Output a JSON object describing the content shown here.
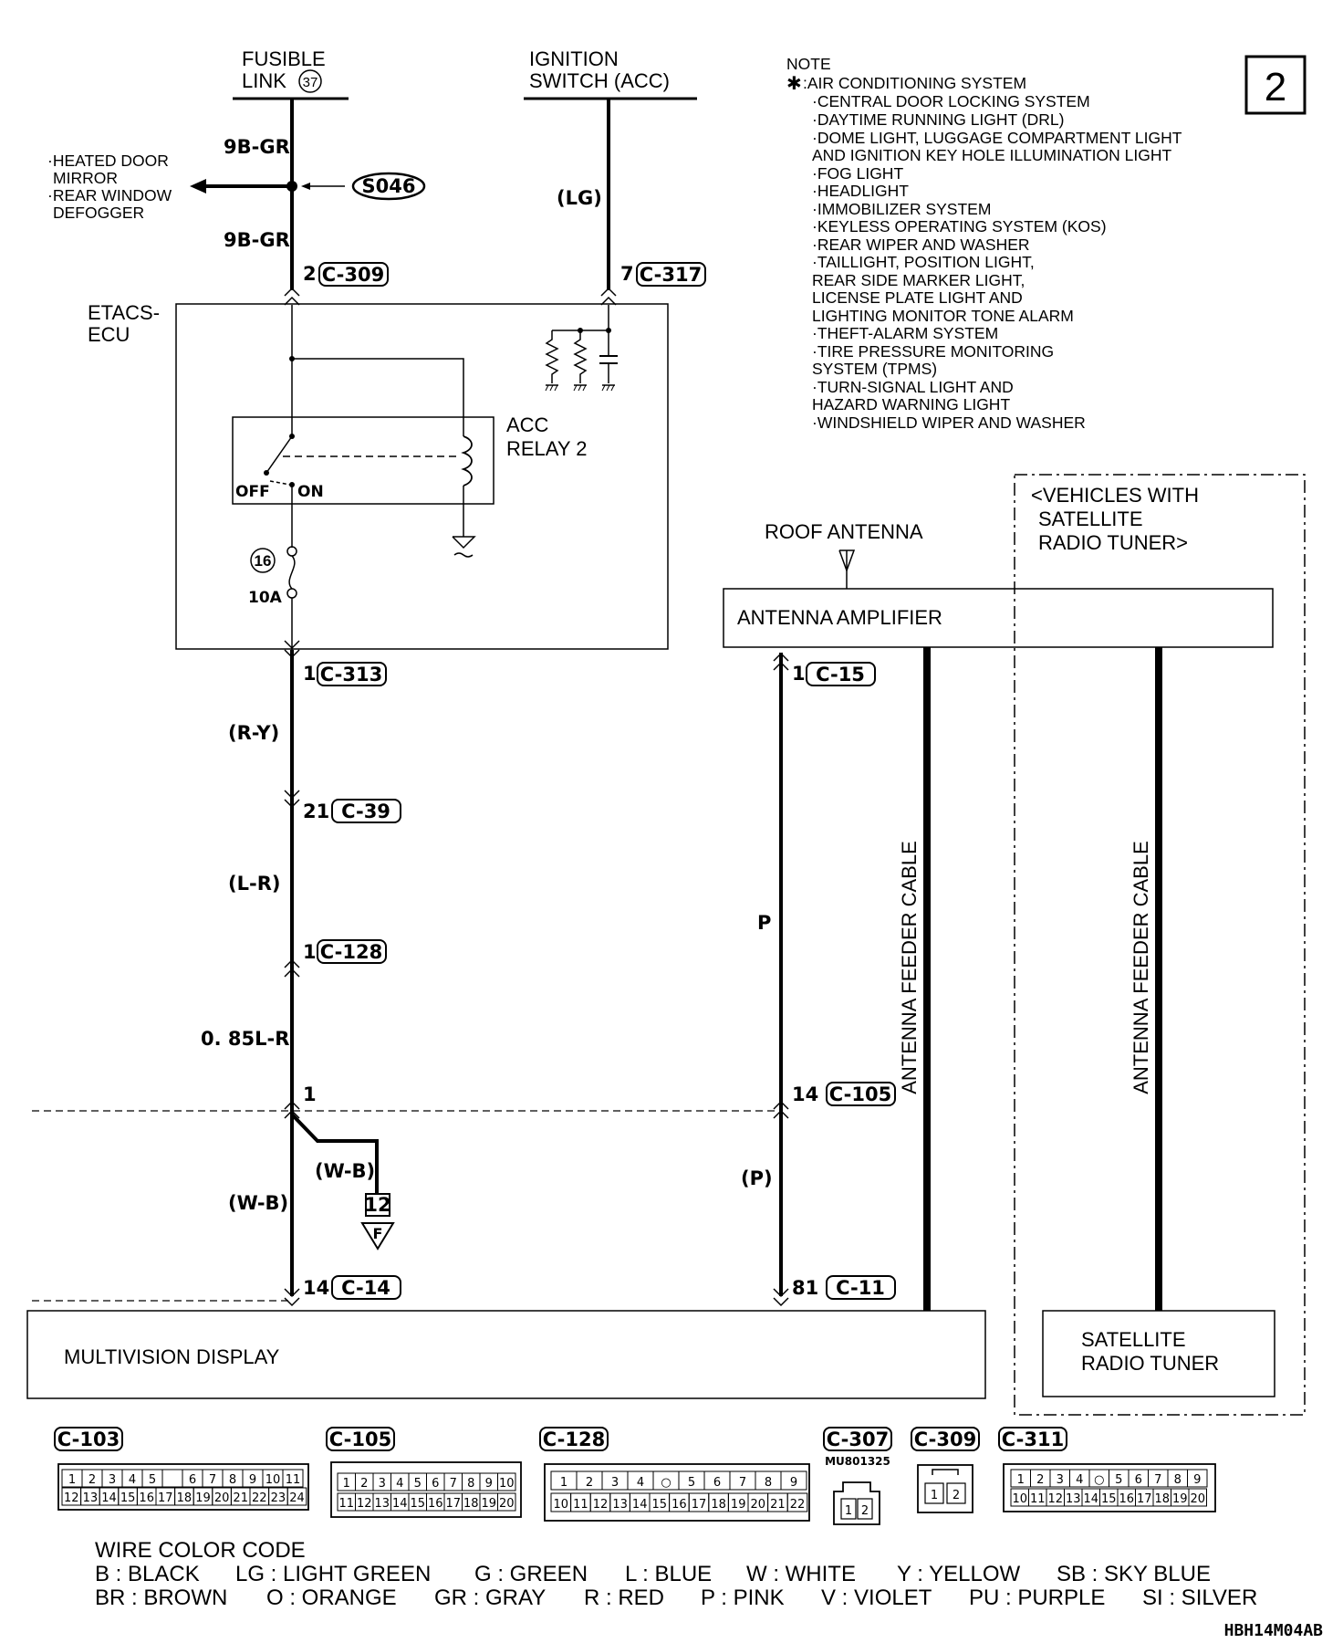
{
  "page_number": "2",
  "diagram_code": "HBH14M04AB",
  "power": {
    "fusible_link": {
      "line1": "FUSIBLE",
      "line2": "LINK",
      "number": "37"
    },
    "ignition_switch": {
      "line1": "IGNITION",
      "line2": "SWITCH (ACC)"
    }
  },
  "branch": {
    "items": [
      "·HEATED DOOR",
      "MIRROR",
      "·REAR WINDOW",
      "DEFOGGER"
    ],
    "splice": "S046"
  },
  "note": {
    "title": "NOTE",
    "star": "✱",
    "lines": [
      ":AIR CONDITIONING SYSTEM",
      "·CENTRAL DOOR LOCKING SYSTEM",
      "·DAYTIME RUNNING LIGHT (DRL)",
      "·DOME LIGHT, LUGGAGE COMPARTMENT LIGHT",
      " AND IGNITION KEY HOLE ILLUMINATION LIGHT",
      "·FOG LIGHT",
      "·HEADLIGHT",
      "·IMMOBILIZER SYSTEM",
      "·KEYLESS OPERATING SYSTEM (KOS)",
      "·REAR WIPER AND WASHER",
      "·TAILLIGHT, POSITION LIGHT,",
      " REAR SIDE MARKER LIGHT,",
      " LICENSE PLATE LIGHT AND",
      " LIGHTING MONITOR TONE ALARM",
      "·THEFT-ALARM SYSTEM",
      "·TIRE PRESSURE MONITORING",
      " SYSTEM (TPMS)",
      "·TURN-SIGNAL LIGHT AND",
      " HAZARD WARNING LIGHT",
      "·WINDSHIELD WIPER AND WASHER"
    ]
  },
  "etacs": {
    "name1": "ETACS-",
    "name2": "ECU",
    "relay1": "ACC",
    "relay2": "RELAY 2",
    "off": "OFF",
    "on": "ON",
    "fuse_no": "16",
    "fuse_rating": "10A"
  },
  "wires": {
    "w1": "9B-GR",
    "w2": "9B-GR",
    "lg": "(LG)",
    "ry": "(R-Y)",
    "lr": "(L-R)",
    "lr085": "0. 85L-R",
    "wb": "(W-B)",
    "wb2": "(W-B)",
    "p": "P",
    "pp": "(P)"
  },
  "pins": {
    "c309": "2",
    "c317": "7",
    "c313": "1",
    "c39": "21",
    "c128": "1",
    "junction": "1",
    "c14": "14",
    "c15": "1",
    "c105": "14",
    "c11": "81"
  },
  "connectors": {
    "c309": "C-309",
    "c317": "C-317",
    "c313": "C-313",
    "c39": "C-39",
    "c128": "C-128",
    "c14": "C-14",
    "c15": "C-15",
    "c105": "C-105",
    "c11": "C-11"
  },
  "ground": {
    "number": "12",
    "letter": "F"
  },
  "antenna": {
    "roof": "ROOF ANTENNA",
    "amplifier": "ANTENNA AMPLIFIER",
    "cable1": "ANTENNA FEEDER CABLE",
    "cable2": "ANTENNA FEEDER CABLE"
  },
  "satellite": {
    "note1": "<VEHICLES WITH",
    "note2": "SATELLITE",
    "note3": "RADIO TUNER>",
    "tuner1": "SATELLITE",
    "tuner2": "RADIO TUNER"
  },
  "display": "MULTIVISION DISPLAY",
  "connector_views": {
    "c103": {
      "label": "C-103",
      "top": [
        "1",
        "2",
        "3",
        "4",
        "5",
        "",
        "6",
        "7",
        "8",
        "9",
        "10",
        "11"
      ],
      "bottom": [
        "12",
        "13",
        "14",
        "15",
        "16",
        "17",
        "18",
        "19",
        "20",
        "21",
        "22",
        "23",
        "24"
      ]
    },
    "c105": {
      "label": "C-105",
      "top": [
        "1",
        "2",
        "3",
        "4",
        "5",
        "6",
        "7",
        "8",
        "9",
        "10"
      ],
      "bottom": [
        "11",
        "12",
        "13",
        "14",
        "15",
        "16",
        "17",
        "18",
        "19",
        "20"
      ]
    },
    "c128": {
      "label": "C-128",
      "top": [
        "1",
        "2",
        "3",
        "4",
        "○",
        "5",
        "6",
        "7",
        "8",
        "9"
      ],
      "bottom": [
        "10",
        "11",
        "12",
        "13",
        "14",
        "15",
        "16",
        "17",
        "18",
        "19",
        "20",
        "21",
        "22"
      ]
    },
    "c307": {
      "label": "C-307",
      "part": "MU801325",
      "pins": [
        "1",
        "2"
      ]
    },
    "c309": {
      "label": "C-309",
      "pins": [
        "1",
        "2"
      ]
    },
    "c311": {
      "label": "C-311",
      "top": [
        "1",
        "2",
        "3",
        "4",
        "○",
        "5",
        "6",
        "7",
        "8",
        "9"
      ],
      "bottom": [
        "10",
        "11",
        "12",
        "13",
        "14",
        "15",
        "16",
        "17",
        "18",
        "19",
        "20"
      ]
    }
  },
  "wire_color_code": {
    "title": "WIRE COLOR CODE",
    "row1": [
      "B : BLACK",
      "LG : LIGHT GREEN",
      "G : GREEN",
      "L : BLUE",
      "W : WHITE",
      "Y : YELLOW",
      "SB : SKY BLUE"
    ],
    "row2": [
      "BR : BROWN",
      "O : ORANGE",
      "GR : GRAY",
      "R : RED",
      "P : PINK",
      "V : VIOLET",
      "PU : PURPLE",
      "SI : SILVER"
    ]
  }
}
